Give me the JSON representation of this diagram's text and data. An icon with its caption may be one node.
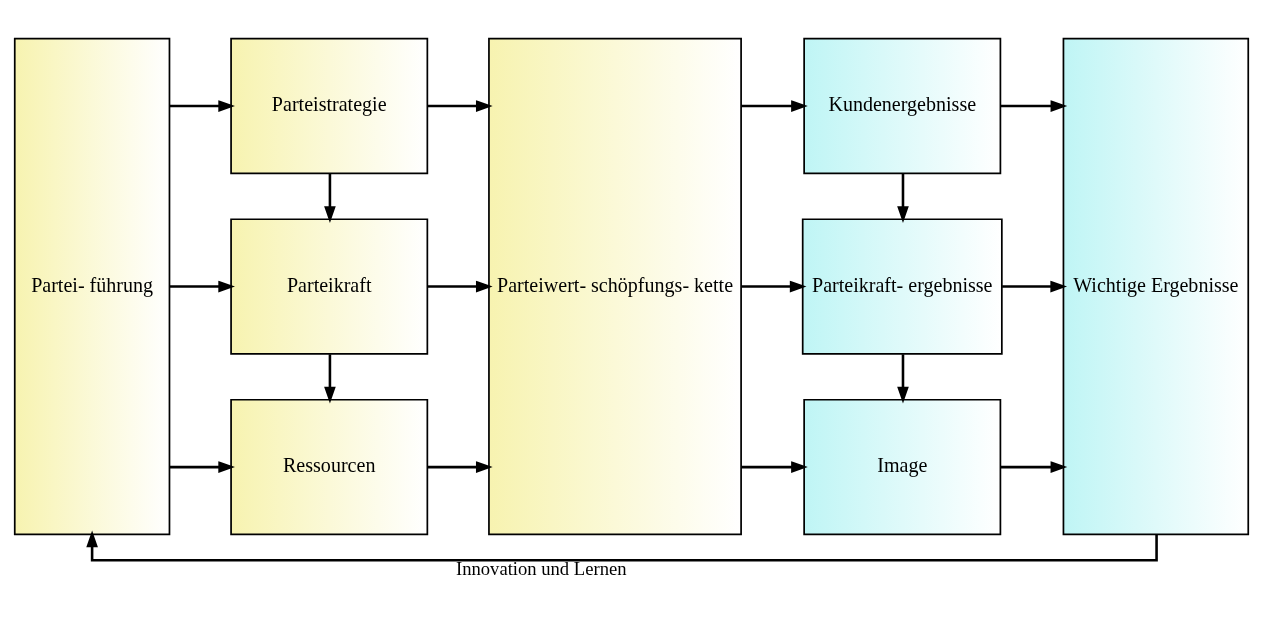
{
  "diagram": {
    "nodes": [
      {
        "text": [
          "Partei- führung"
        ]
      },
      {
        "text": [
          "Parteistrategie"
        ]
      },
      {
        "text": [
          "Parteikraft"
        ]
      },
      {
        "text": [
          "Ressourcen"
        ]
      },
      {
        "text": [
          "Parteiwert- schöpfungs- kette"
        ]
      },
      {
        "text": [
          "Kundenergebnisse"
        ]
      },
      {
        "text": [
          "Parteikraft- ergebnisse"
        ]
      },
      {
        "text": [
          "Image"
        ]
      },
      {
        "text": [
          "Wichtige Ergebnisse"
        ]
      }
    ],
    "edges": [
      {
        "from": 0,
        "to": 1,
        "arrow": "to"
      },
      {
        "from": 0,
        "to": 2,
        "arrow": "to"
      },
      {
        "from": 0,
        "to": 3,
        "arrow": "to"
      },
      {
        "from": 1,
        "to": 2,
        "arrow": "to"
      },
      {
        "from": 2,
        "to": 3,
        "arrow": "to"
      },
      {
        "from": 1,
        "to": 4,
        "arrow": "to"
      },
      {
        "from": 2,
        "to": 4,
        "arrow": "to"
      },
      {
        "from": 3,
        "to": 4,
        "arrow": "to"
      },
      {
        "from": 4,
        "to": 5,
        "arrow": "to"
      },
      {
        "from": 4,
        "to": 6,
        "arrow": "to"
      },
      {
        "from": 4,
        "to": 7,
        "arrow": "to"
      },
      {
        "from": 5,
        "to": 6,
        "arrow": "to"
      },
      {
        "from": 6,
        "to": 7,
        "arrow": "to"
      },
      {
        "from": 5,
        "to": 8,
        "arrow": "to"
      },
      {
        "from": 6,
        "to": 8,
        "arrow": "to"
      },
      {
        "from": 7,
        "to": 8,
        "arrow": "to"
      },
      {
        "from": 8,
        "to": 0,
        "label": "Innovation und Lernen",
        "arrow": "to"
      }
    ]
  }
}
